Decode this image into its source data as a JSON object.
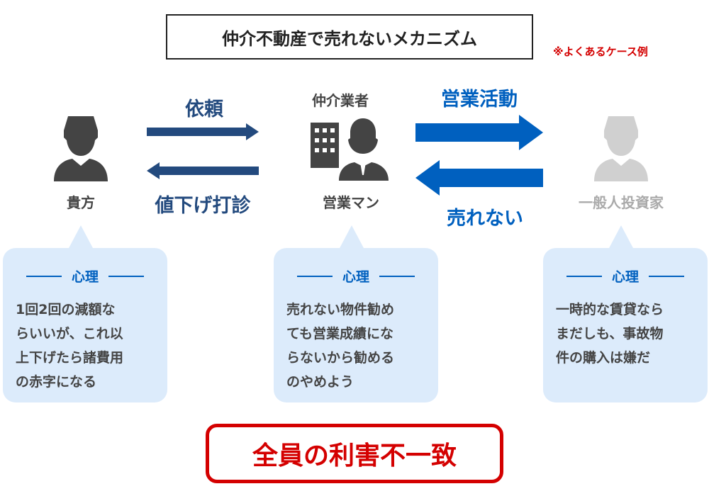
{
  "title": "仲介不動産で売れないメカニズム",
  "note": "※よくあるケース例",
  "actors": {
    "owner": "貴方",
    "agent_header": "仲介業者",
    "agent": "営業マン",
    "investor": "一般人投資家"
  },
  "arrows": {
    "request": "依頼",
    "price_cut": "値下げ打診",
    "sales": "営業活動",
    "not_sold": "売れない"
  },
  "bubbles": [
    {
      "heading": "心理",
      "lines": [
        "1回2回の減額な",
        "らいいが、これ以",
        "上下げたら諸費用",
        "の赤字になる"
      ]
    },
    {
      "heading": "心理",
      "lines": [
        "売れない物件勧め",
        "ても営業成績にな",
        "らないから勧める",
        "のやめよう"
      ]
    },
    {
      "heading": "心理",
      "lines": [
        "一時的な賃貸なら",
        "まだしも、事故物",
        "件の購入は嫌だ"
      ]
    }
  ],
  "conclusion": "全員の利害不一致",
  "colors": {
    "navy": "#234a7e",
    "blue": "#0060bf",
    "red": "#d40000",
    "bubble": "#dcebfb"
  }
}
